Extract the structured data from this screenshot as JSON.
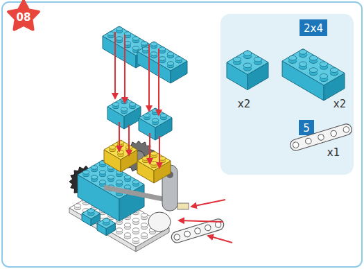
{
  "diagram": {
    "labels": [
      "08",
      "x2",
      "2x4",
      "x2",
      "5",
      "x1"
    ]
  }
}
